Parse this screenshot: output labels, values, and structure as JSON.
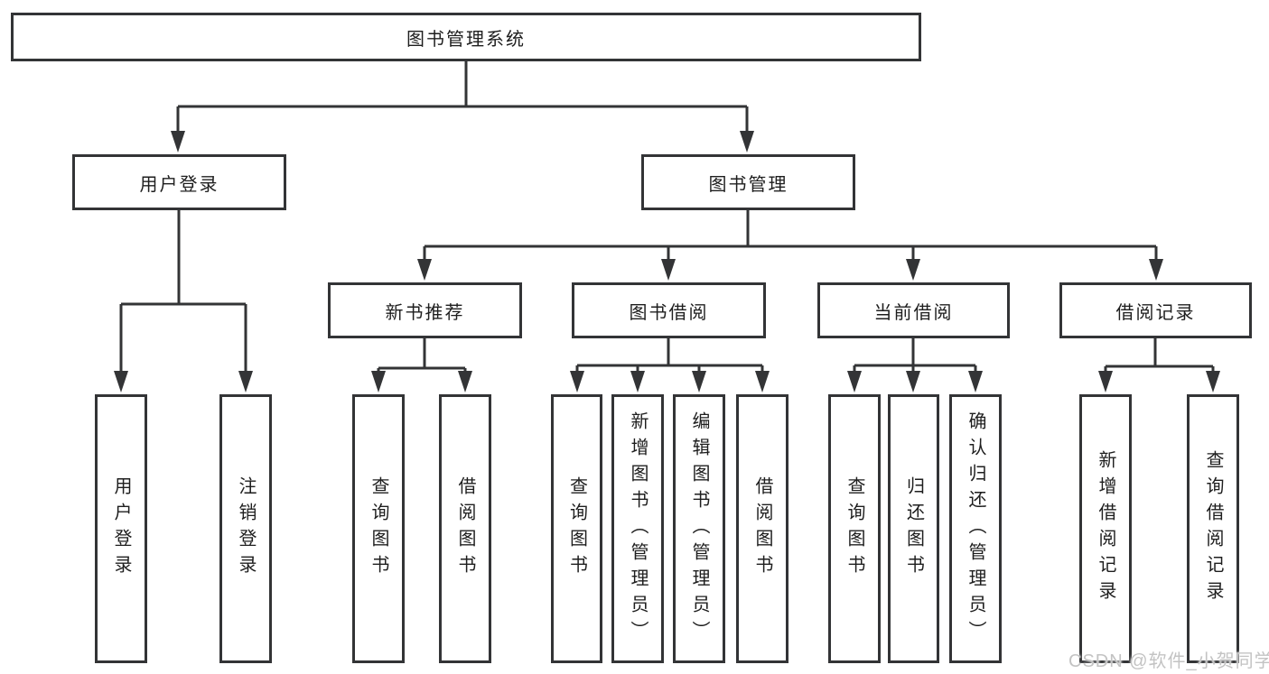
{
  "diagram": {
    "watermark": "CSDN @软件_小贺同学",
    "colors": {
      "line": "#333436",
      "box_background": "#ffffff",
      "text": "#1e1e1e",
      "watermark": "#c3c3c3"
    },
    "root": {
      "label": "图书管理系统"
    },
    "branches": [
      {
        "label": "用户登录",
        "children": [
          {
            "label": "用户登录"
          },
          {
            "label": "注销登录"
          }
        ]
      },
      {
        "label": "图书管理",
        "children": [
          {
            "label": "新书推荐",
            "children": [
              {
                "label": "查询图书"
              },
              {
                "label": "借阅图书"
              }
            ]
          },
          {
            "label": "图书借阅",
            "children": [
              {
                "label": "查询图书"
              },
              {
                "label": "新增图书（管理员）"
              },
              {
                "label": "编辑图书（管理员）"
              },
              {
                "label": "借阅图书"
              }
            ]
          },
          {
            "label": "当前借阅",
            "children": [
              {
                "label": "查询图书"
              },
              {
                "label": "归还图书"
              },
              {
                "label": "确认归还（管理员）"
              }
            ]
          },
          {
            "label": "借阅记录",
            "children": [
              {
                "label": "新增借阅记录"
              },
              {
                "label": "查询借阅记录"
              }
            ]
          }
        ]
      }
    ]
  }
}
